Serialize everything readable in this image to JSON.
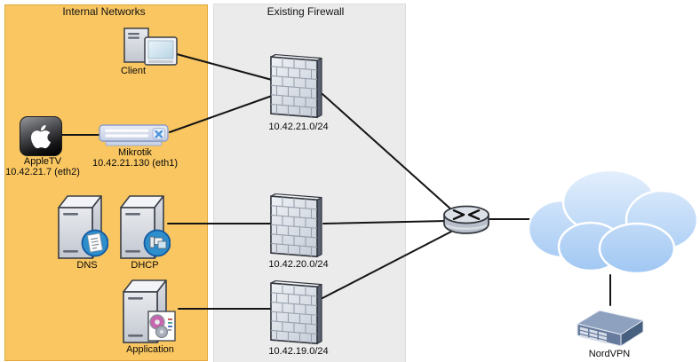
{
  "regions": {
    "internal_networks": {
      "title": "Internal Networks",
      "fill": "#F9C661"
    },
    "existing_firewall": {
      "title": "Existing Firewall",
      "fill": "#EBEBEB"
    }
  },
  "nodes": {
    "client": {
      "label": "Client",
      "icon": "desktop-client-icon"
    },
    "appletv": {
      "label": "AppleTV",
      "sublabel": "10.42.21.7 (eth2)",
      "icon": "apple-tv-icon"
    },
    "mikrotik": {
      "label": "Mikrotik",
      "sublabel": "10.42.21.130 (eth1)",
      "icon": "ethernet-switch-icon"
    },
    "dns": {
      "label": "DNS",
      "icon": "server-dns-icon"
    },
    "dhcp": {
      "label": "DHCP",
      "icon": "server-dhcp-icon"
    },
    "application": {
      "label": "Application",
      "icon": "server-application-icon"
    },
    "firewall_subnet_21": {
      "label": "10.42.21.0/24",
      "icon": "firewall-brick-wall-icon"
    },
    "firewall_subnet_20": {
      "label": "10.42.20.0/24",
      "icon": "firewall-brick-wall-icon"
    },
    "firewall_subnet_19": {
      "label": "10.42.19.0/24",
      "icon": "firewall-brick-wall-icon"
    },
    "router": {
      "icon": "router-icon"
    },
    "internet_cloud": {
      "icon": "cloud-icon"
    },
    "nordvpn": {
      "label": "NordVPN",
      "icon": "vpn-appliance-icon"
    }
  },
  "connections": [
    {
      "from": "client",
      "to": "firewall_subnet_21"
    },
    {
      "from": "mikrotik",
      "to": "firewall_subnet_21"
    },
    {
      "from": "appletv",
      "to": "mikrotik"
    },
    {
      "from": "dhcp",
      "to": "firewall_subnet_20"
    },
    {
      "from": "application",
      "to": "firewall_subnet_19"
    },
    {
      "from": "firewall_subnet_21",
      "to": "router"
    },
    {
      "from": "firewall_subnet_20",
      "to": "router"
    },
    {
      "from": "firewall_subnet_19",
      "to": "router"
    },
    {
      "from": "router",
      "to": "internet_cloud"
    },
    {
      "from": "internet_cloud",
      "to": "nordvpn"
    }
  ],
  "colors": {
    "internal_region_fill": "#F9C661",
    "firewall_region_fill": "#EBEBEB",
    "connector_line": "#141414",
    "cloud_gradient_top": "#E7F1FD",
    "cloud_gradient_bottom": "#9DC5F2",
    "firewall_brick": "#D7DCE5",
    "vpn_box_front": "#677B9F"
  }
}
